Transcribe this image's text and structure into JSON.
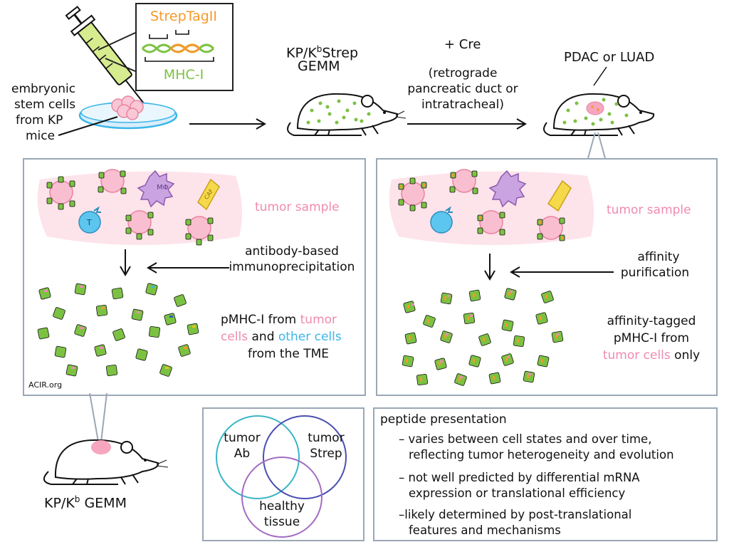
{
  "top": {
    "strep_tag": "StrepTagII",
    "mhc": "MHC-I",
    "es_cells": [
      "embryonic",
      "stem cells",
      "from KP",
      "mice"
    ],
    "gemm_label_line1": "KP/K",
    "gemm_label_sup": "b",
    "gemm_label_line1_end": "Strep",
    "gemm_label_line2": "GEMM",
    "cre": "+ Cre",
    "route": [
      "(retrograde",
      "pancreatic duct or",
      "intratracheal)"
    ],
    "tumor_type": "PDAC or LUAD"
  },
  "left_panel": {
    "tumor_sample": "tumor sample",
    "method": [
      "antibody-based",
      "immunoprecipitation"
    ],
    "result_l1_a": "pMHC-I from ",
    "result_l1_b": "tumor",
    "result_l2_a": "cells",
    "result_l2_b": " and ",
    "result_l2_c": "other cells",
    "result_l3": "from the TME",
    "credit": "ACIR.org",
    "mphi": "MΦ",
    "caf": "CAF",
    "tcell": "T"
  },
  "right_panel": {
    "tumor_sample": "tumor sample",
    "method": [
      "affinity",
      "purification"
    ],
    "result_l1": "affinity-tagged",
    "result_l2": "pMHC-I from",
    "result_l3_a": "tumor cells",
    "result_l3_b": " only"
  },
  "bottom_left": {
    "label_a": "KP/K",
    "label_sup": "b",
    "label_b": " GEMM"
  },
  "venn": {
    "a": [
      "tumor",
      "Ab"
    ],
    "b": [
      "tumor",
      "Strep"
    ],
    "c": [
      "healthy",
      "tissue"
    ],
    "colors": {
      "a": "#3ab6c8",
      "b": "#4a4fb0",
      "c": "#a36cc4"
    }
  },
  "notes": {
    "title": "peptide presentation",
    "bullets": [
      [
        "– varies between cell states and over time,",
        "reflecting tumor heterogeneity and evolution"
      ],
      [
        "– not well predicted by differential mRNA",
        "expression or translational efficiency"
      ],
      [
        "–likely determined by post-translational",
        "features and mechanisms"
      ]
    ]
  }
}
